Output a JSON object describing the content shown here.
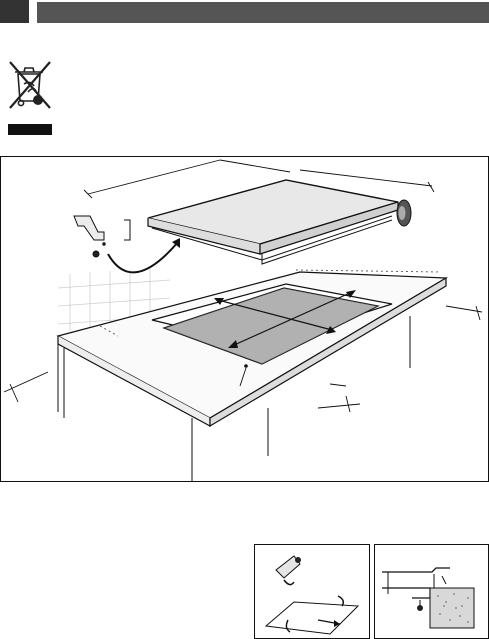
{
  "header": {
    "page_box_color": "#333333",
    "bar_color": "#555555"
  },
  "icons": {
    "weee": "crossed-out-wheelie-bin-icon"
  },
  "figures": {
    "main": "hob-installation-diagram",
    "inset_clips": "bracket-fixing-detail",
    "inset_section": "worktop-cross-section-detail"
  }
}
